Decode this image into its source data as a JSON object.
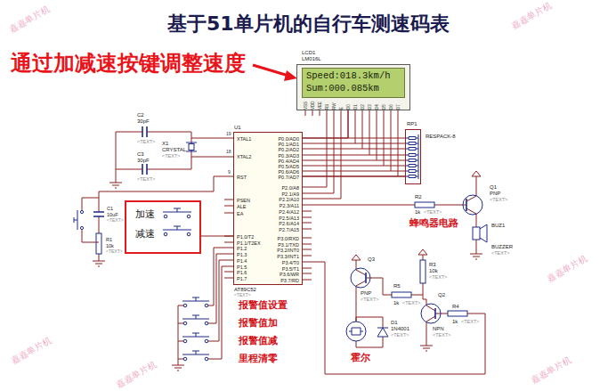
{
  "diagram": {
    "title": "基于51单片机的自行车测速码表",
    "nodes": [
      {
        "text": [
          "LCD1",
          "LM016L",
          "Speed:018.3km/h",
          "Sum:000.085km",
          "VSS",
          "VDD",
          "VEE",
          "RS",
          "RW",
          "E",
          "D0",
          "D1",
          "D2",
          "D3",
          "D4",
          "D5",
          "D6",
          "D7"
        ]
      },
      {
        "text": [
          "U1",
          "XTAL1",
          "XTAL2",
          "RST",
          "PSEN",
          "ALE",
          "EA",
          "P1.0/T2",
          "P1.1/T2EX",
          "P1.2",
          "P1.3",
          "P1.4",
          "P1.5",
          "P1.6",
          "P1.7",
          "P0.0/AD0",
          "P0.1/AD1",
          "P0.2/AD2",
          "P0.3/AD3",
          "P0.4/AD4",
          "P0.5/AD5",
          "P0.6/AD6",
          "P0.7/AD7",
          "P2.0/A8",
          "P2.1/A9",
          "P2.2/A10",
          "P2.3/A11",
          "P2.4/A12",
          "P2.5/A13",
          "P2.6/A14",
          "P2.7/A15",
          "P3.0/RXD",
          "P3.1/TXD",
          "P3.2/INT0",
          "P3.3/INT1",
          "P3.4/T0",
          "P3.5/T1",
          "P3.6/WR",
          "P3.7/RD",
          "AT89C52",
          "<TEXT>"
        ]
      },
      {
        "text": [
          "RP1",
          "RESPACK-8"
        ]
      },
      {
        "text": [
          "加速",
          "减速"
        ]
      }
    ],
    "edges": [
      {
        "from": 1,
        "to": 0,
        "arrow": "none"
      },
      {
        "from": 2,
        "to": 1,
        "arrow": "none"
      },
      {
        "from": 3,
        "to": 1,
        "arrow": "none"
      }
    ],
    "labels": [
      "通过加减速按键调整速度",
      "C2",
      "30pF",
      "<TEXT>",
      "C3",
      "30pF",
      "<TEXT>",
      "X1",
      "CRYSTAL",
      "<TEXT>",
      "19",
      "18",
      "9",
      "C1",
      "10uF",
      "<TEXT>",
      "R1",
      "10k",
      "<TEXT>",
      "R2",
      "1k",
      "<TEXT>",
      "蜂鸣器电路",
      "Q1",
      "PNP",
      "<TEXT>",
      "BUZ1",
      "BUZZER",
      "<TEXT>",
      "报警值设置",
      "报警值加",
      "报警值减",
      "里程清零",
      "Q3",
      "PNP",
      "<TEXT>",
      "R3",
      "10k",
      "<TEXT>",
      "R5",
      "1k",
      "<TEXT>",
      "Q2",
      "NPN",
      "<TEXT>",
      "R4",
      "1k",
      "<TEXT>",
      "D1",
      "1N4001",
      "<TEXT>",
      "霍尔",
      "嘉嘉单片机",
      "嘉嘉单片机",
      "嘉嘉单片机",
      "嘉嘉单片机",
      "嘉嘉单片机",
      "嘉嘉单片机"
    ]
  }
}
